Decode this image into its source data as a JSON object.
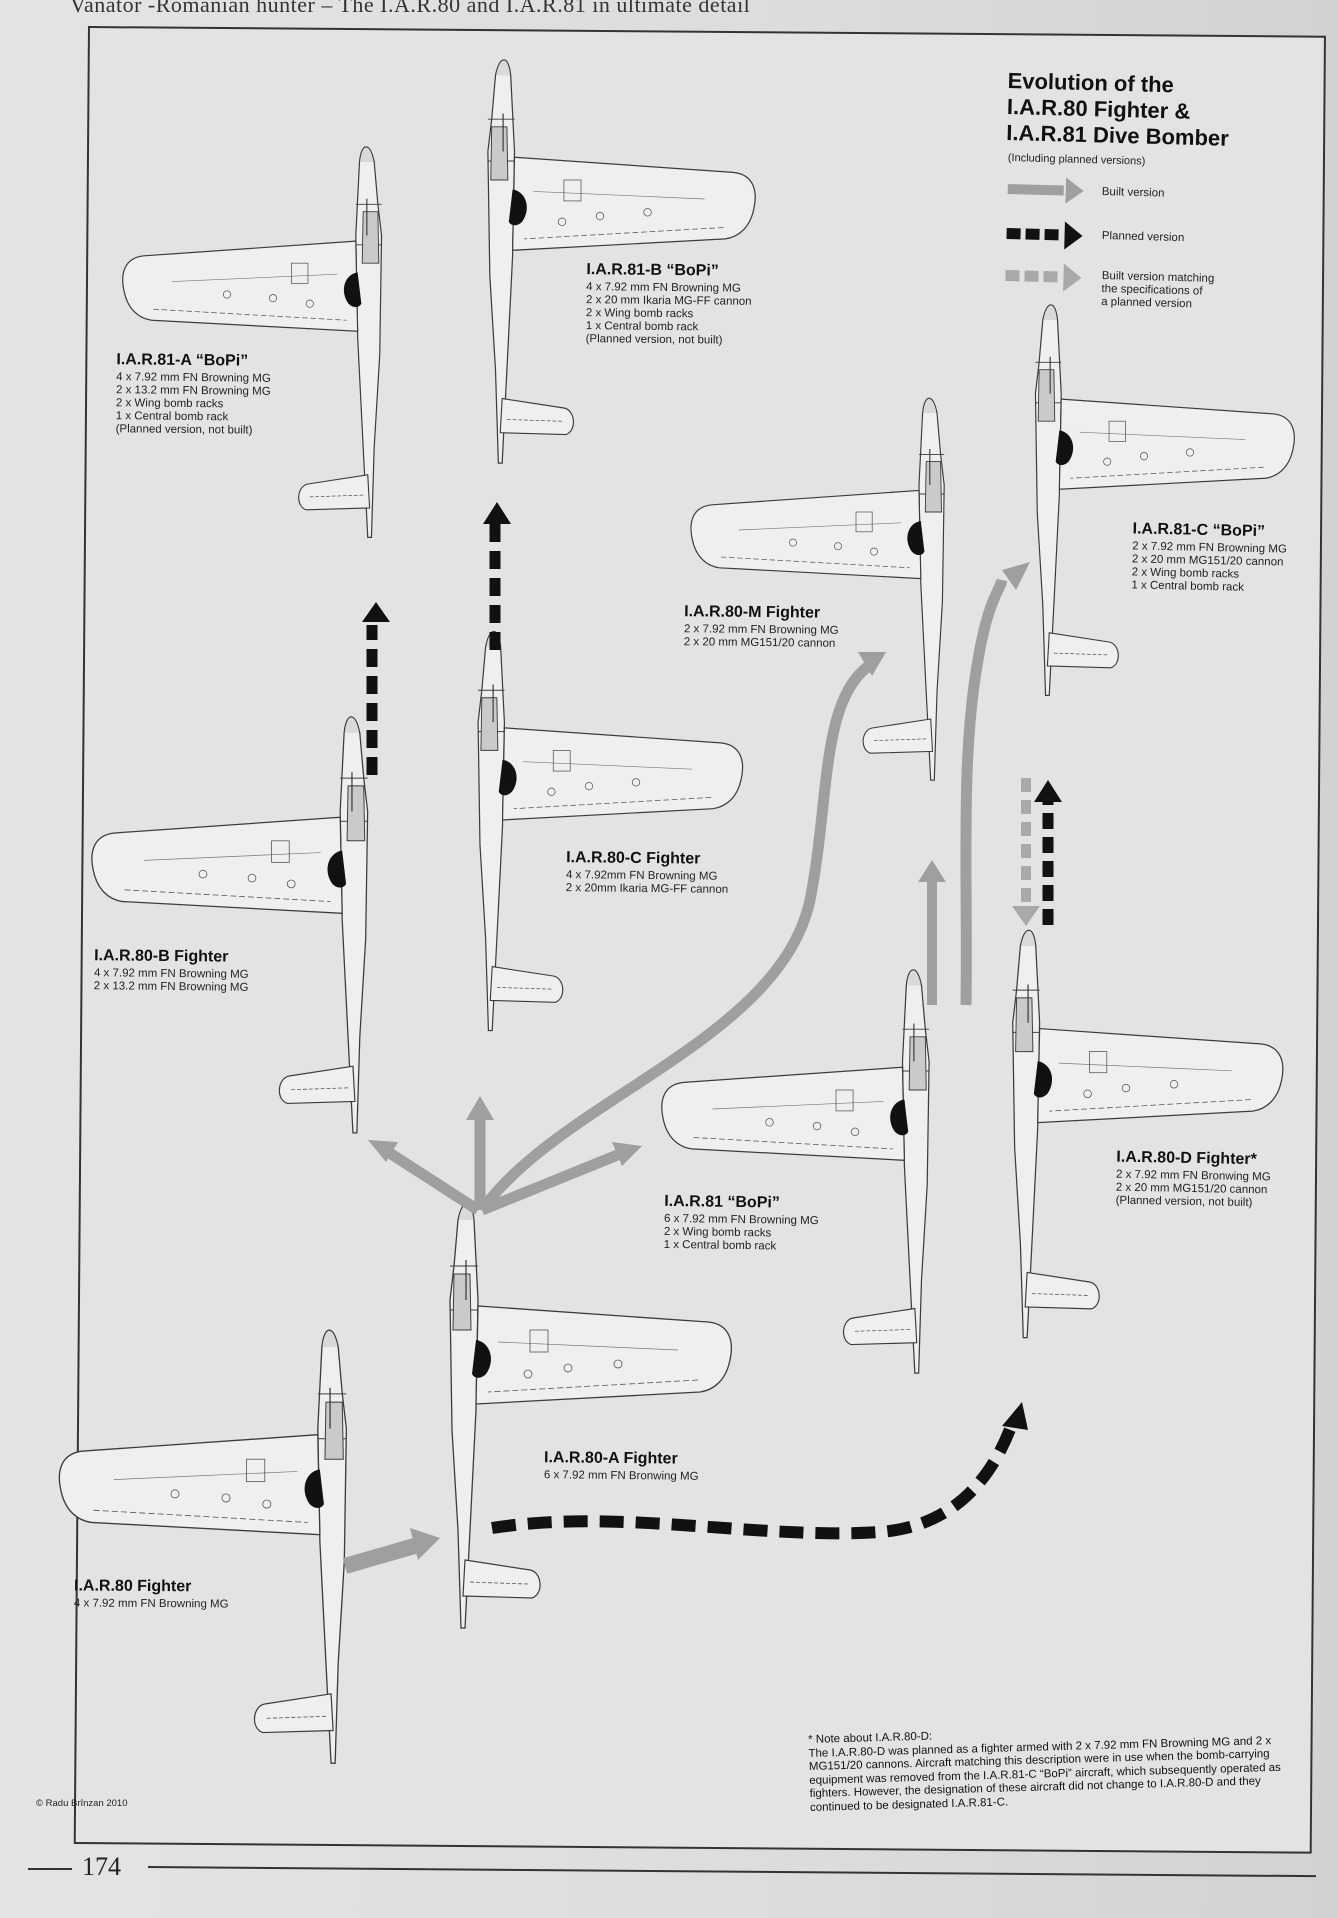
{
  "header": {
    "running_title": "Vanator -Romanian hunter – The I.A.R.80 and I.A.R.81 in ultimate detail"
  },
  "legend": {
    "title_lines": [
      "Evolution of the",
      "I.A.R.80 Fighter &",
      "I.A.R.81 Dive Bomber"
    ],
    "subtitle": "(Including planned versions)",
    "items": [
      {
        "style": "solid-grey",
        "lines": [
          "Built version"
        ]
      },
      {
        "style": "dashed-black",
        "lines": [
          "Planned version"
        ]
      },
      {
        "style": "dashed-grey",
        "lines": [
          "Built version matching",
          "the specifications of",
          "a planned version"
        ]
      }
    ]
  },
  "aircraft": [
    {
      "id": "iar80",
      "name": "I.A.R.80 Fighter",
      "specs": [
        "4 x 7.92 mm FN Browning MG"
      ]
    },
    {
      "id": "iar80a",
      "name": "I.A.R.80-A Fighter",
      "specs": [
        "6 x 7.92 mm FN Bronwing MG"
      ]
    },
    {
      "id": "iar80b",
      "name": "I.A.R.80-B Fighter",
      "specs": [
        "4 x 7.92 mm FN Browning MG",
        "2 x 13.2 mm FN Browning MG"
      ]
    },
    {
      "id": "iar80c",
      "name": "I.A.R.80-C Fighter",
      "specs": [
        "4 x 7.92mm FN Browning MG",
        "2 x 20mm Ikaria MG-FF cannon"
      ]
    },
    {
      "id": "iar80m",
      "name": "I.A.R.80-M Fighter",
      "specs": [
        "2 x 7.92 mm FN Browning MG",
        "2 x 20 mm MG151/20 cannon"
      ]
    },
    {
      "id": "iar81",
      "name": "I.A.R.81 “BoPi”",
      "specs": [
        "6 x 7.92 mm FN Browning MG",
        "2 x Wing bomb racks",
        "1 x Central bomb rack"
      ]
    },
    {
      "id": "iar81a",
      "name": "I.A.R.81-A “BoPi”",
      "specs": [
        "4 x 7.92 mm FN Browning MG",
        "2 x 13.2 mm FN Browning MG",
        "2 x Wing bomb racks",
        "1 x Central bomb rack",
        "(Planned version, not built)"
      ]
    },
    {
      "id": "iar81b",
      "name": "I.A.R.81-B “BoPi”",
      "specs": [
        "4 x 7.92 mm FN Browning MG",
        "2 x 20 mm Ikaria MG-FF cannon",
        "2 x Wing bomb racks",
        "1 x Central bomb rack",
        "(Planned version, not built)"
      ]
    },
    {
      "id": "iar81c",
      "name": "I.A.R.81-C “BoPi”",
      "specs": [
        "2 x 7.92 mm FN Browning MG",
        "2 x 20 mm MG151/20 cannon",
        "2 x Wing bomb racks",
        "1 x Central bomb rack"
      ]
    },
    {
      "id": "iar80d",
      "name": "I.A.R.80-D Fighter*",
      "specs": [
        "2 x 7.92 mm FN Bronwing MG",
        "2 x 20 mm MG151/20 cannon",
        "(Planned version, not built)"
      ]
    }
  ],
  "note": {
    "heading": "* Note about I.A.R.80-D:",
    "text": "The I.A.R.80-D was planned as a fighter armed with 2 x 7.92 mm FN Browning MG and 2 x MG151/20 cannons. Aircraft matching this description were in use when the bomb-carrying equipment was removed from the I.A.R.81-C “BoPi” aircraft, which subsequently operated as fighters. However, the designation of these aircraft did not change to I.A.R.80-D and they continued to be designated I.A.R.81-C."
  },
  "copyright": "© Radu Brînzan 2010",
  "page_number": "174",
  "colors": {
    "built_arrow": "#9fa09e",
    "planned_arrow": "#111111",
    "matching_arrow": "#a9aaa8",
    "airframe_fill": "#eef0ee",
    "airframe_line": "#3c3c3c"
  }
}
